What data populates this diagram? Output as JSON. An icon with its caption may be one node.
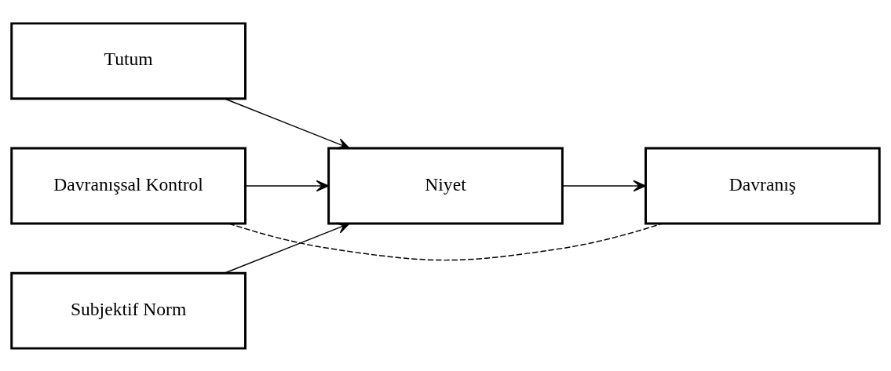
{
  "diagram": {
    "nodes": [
      {
        "text": [
          "Tutum"
        ]
      },
      {
        "text": [
          "Subjektif Norm"
        ]
      },
      {
        "text": [
          "Davranışsal Kontrol"
        ]
      },
      {
        "text": [
          "Niyet"
        ]
      },
      {
        "text": [
          "Davranış"
        ]
      }
    ],
    "edges": [
      {
        "from": 0,
        "to": 3,
        "arrow": "to"
      },
      {
        "from": 1,
        "to": 3,
        "arrow": "to"
      },
      {
        "from": 2,
        "to": 3,
        "arrow": "to"
      },
      {
        "from": 3,
        "to": 4,
        "arrow": "to"
      },
      {
        "from": 2,
        "to": 4,
        "arrow": "none",
        "style": "dashed"
      }
    ]
  }
}
